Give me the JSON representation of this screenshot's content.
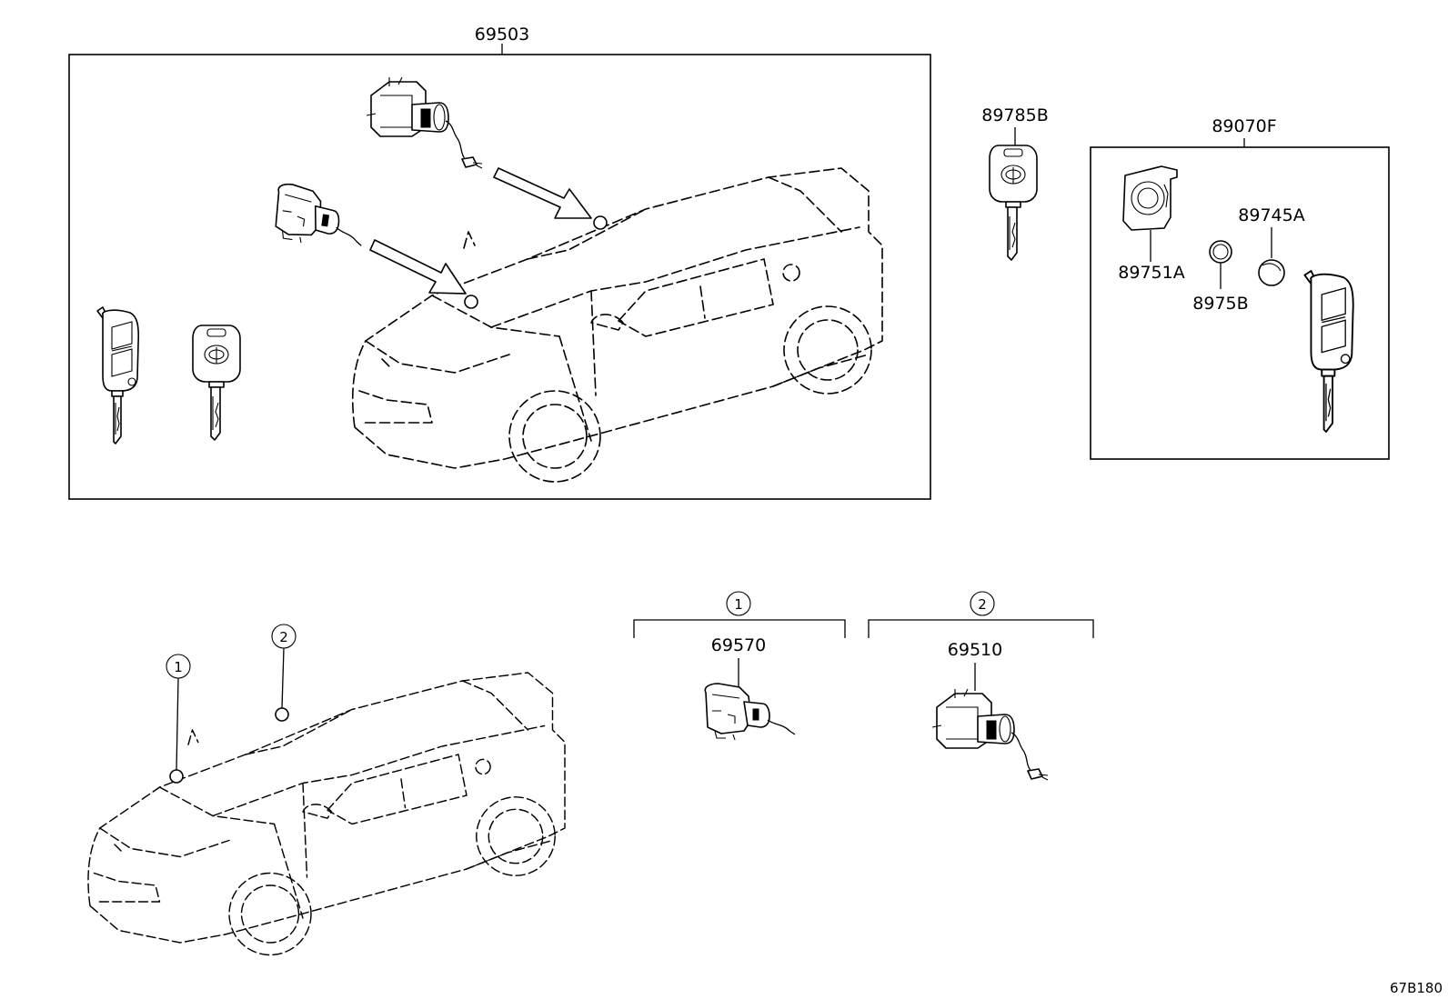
{
  "labels": {
    "kit": "69503",
    "key_blank": "89785B",
    "remote_kit": "89070F",
    "battery": "89745A",
    "case": "89751A",
    "plate": "8975B",
    "lock_door": "69570",
    "lock_hatch": "69510",
    "ref1": "1",
    "ref2": "2",
    "figure_code": "67B180"
  }
}
